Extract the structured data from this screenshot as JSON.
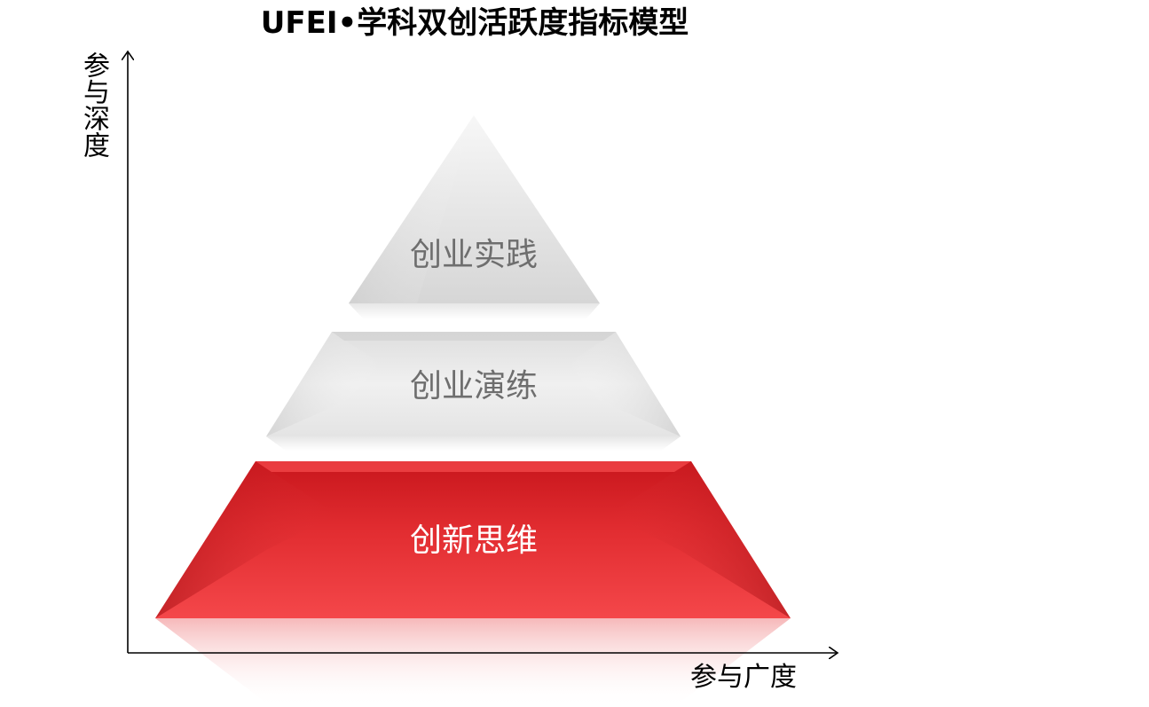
{
  "title": "UFEI•学科双创活跃度指标模型",
  "axes": {
    "y_label": "参与深度",
    "x_label": "参与广度"
  },
  "tiers": [
    {
      "label": "创业实践",
      "color": "#d9d9d9"
    },
    {
      "label": "创业演练",
      "color": "#d9d9d9"
    },
    {
      "label": "创新思维",
      "color": "#e63539"
    }
  ],
  "colors": {
    "accent_red": "#e63539",
    "dark_red": "#b71218",
    "light_gray": "#eeeeee",
    "mid_gray": "#d0d0d0"
  }
}
